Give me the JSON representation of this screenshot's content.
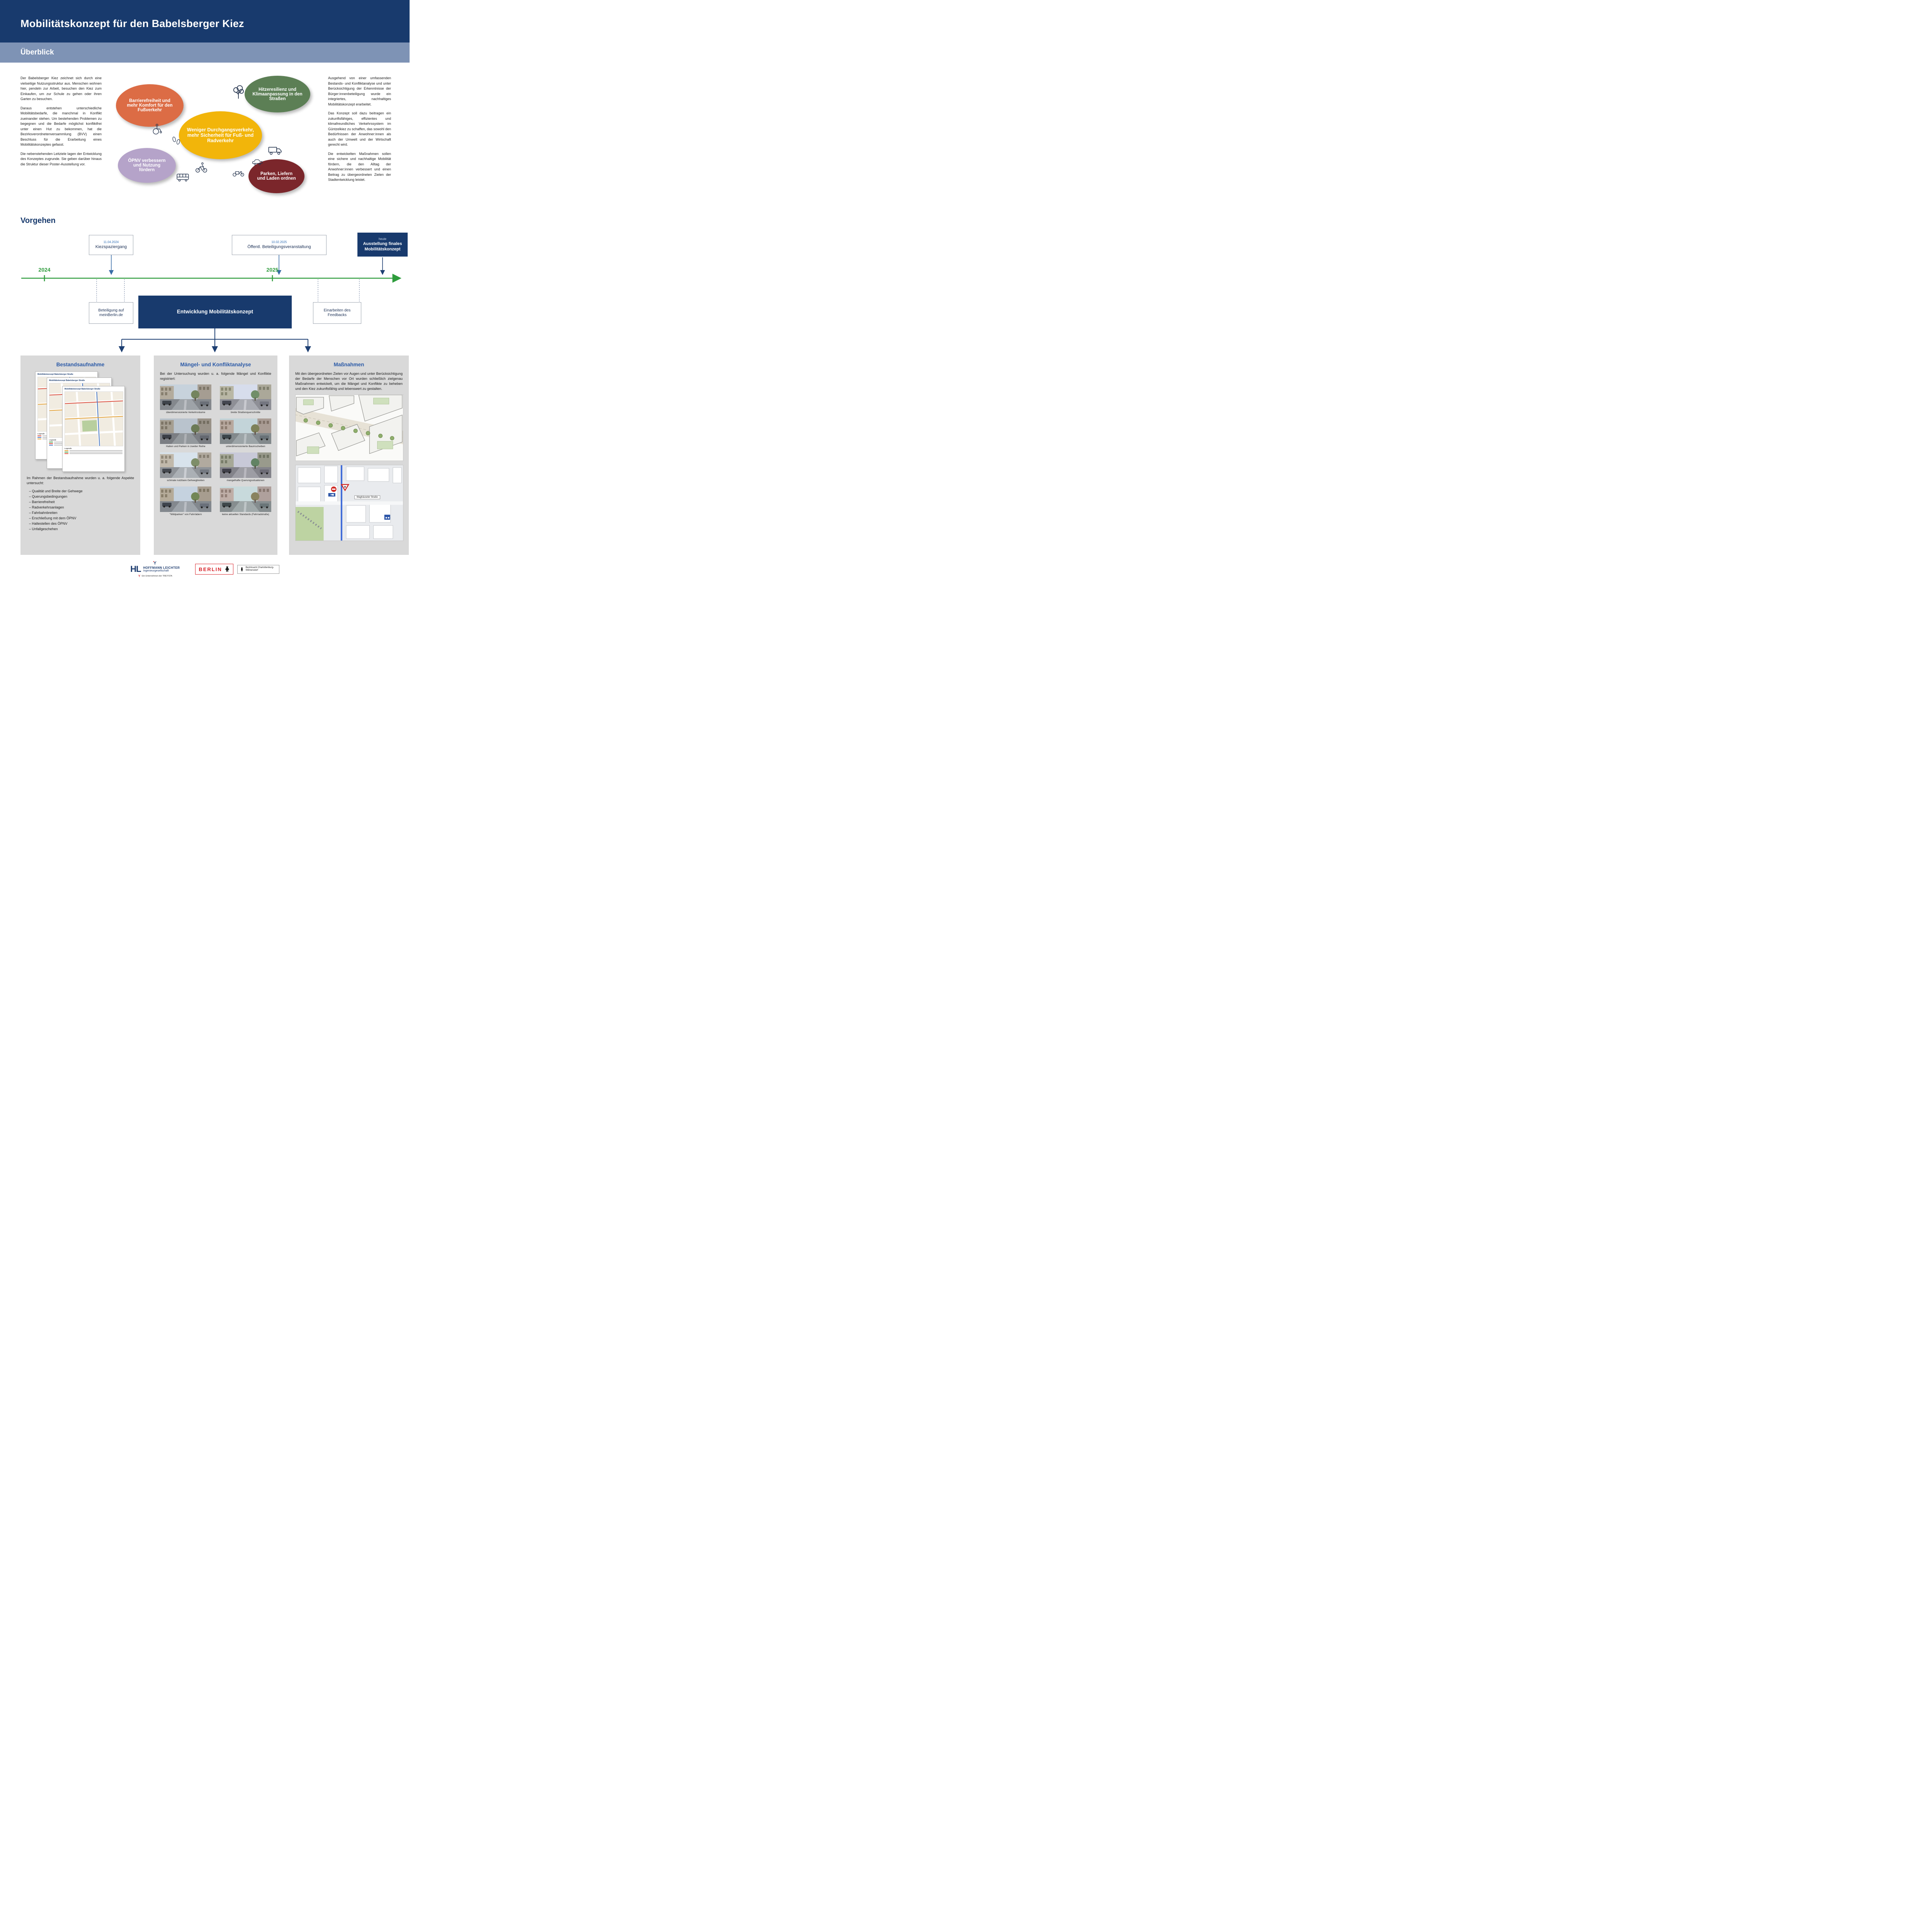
{
  "colors": {
    "header_navy": "#183A6D",
    "band_blue": "#7E93B5",
    "timeline_green": "#2E9C3C",
    "accent_blue": "#2E6DB4",
    "panel_gray": "#D9D9D9",
    "heading_blue": "#2B5AA7",
    "berlin_red": "#D8232A"
  },
  "header": {
    "title": "Mobilitätskonzept für den Babelsberger Kiez",
    "section": "Überblick"
  },
  "intro": {
    "left": [
      "Der Babelsberger Kiez zeichnet sich durch eine vielseitige Nutzungsstruktur aus. Menschen wohnen hier, pendeln zur Arbeit, besuchen den Kiez zum Einkaufen, um zur Schule zu gehen oder ihren Garten zu besuchen.",
      "Daraus entstehen unterschiedliche Mobilitätsbedarfe, die manchmal in Konflikt zueinander stehen. Um bestehenden Problemen zu begegnen und die Bedarfe möglichst konfliktfrei unter einen Hut zu bekommen, hat die Bezirksverordnetenversammlung (BVV) einen Beschluss für die Erarbeitung eines Mobilitätskonzeptes gefasst.",
      "Die nebenstehenden Leitziele lagen der Entwicklung des Konzeptes zugrunde. Sie geben darüber hinaus die Struktur dieser Poster-Ausstellung vor."
    ],
    "right": [
      "Ausgehend von einer umfassenden Bestands- und Konfliktanalyse und unter Berücksichtigung der Erkenntnisse der Bürger:innenbeteiligung wurde ein integriertes, nachhaltiges Mobilitätskonzept erarbeitet.",
      "Das Konzept soll dazu beitragen ein zukunftsfähiges, effizientes und klimafreundliches Verkehrssystem im Güntzelkiez zu schaffen, das sowohl den Bedürfnissen der Anwohner:innen als auch der Umwelt und der Wirtschaft gerecht wird.",
      "Die entwickelten Maßnahmen sollen eine sichere und nachhaltige Mobilität fördern, die den Alltag der Anwohner:innen verbessert und einen Beitrag zu übergeordneten Zielen der Stadtentwicklung leistet."
    ]
  },
  "goals": [
    {
      "label": "Barrierefreiheit und mehr Komfort für den Fußverkehr",
      "color": "#DC6C45"
    },
    {
      "label": "Hitzeresilienz und Klimaanpassung in den Straßen",
      "color": "#5C7F55"
    },
    {
      "label": "Weniger Durchgangsverkehr, mehr Sicherheit für Fuß- und Radverkehr",
      "color": "#F2B50A"
    },
    {
      "label": "ÖPNV verbessern und Nutzung fördern",
      "color": "#B5A3C9"
    },
    {
      "label": "Parken, Liefern und Laden ordnen",
      "color": "#7B262B"
    }
  ],
  "process": {
    "title": "Vorgehen",
    "years": [
      "2024",
      "2025"
    ],
    "events": [
      {
        "date": "11.04.2024",
        "label": "Kiezspaziergang"
      },
      {
        "date": "10.02.2025",
        "label": "Öffentl. Beteiligungsveranstaltung"
      },
      {
        "date": "heute",
        "label": "Ausstellung finales Mobilitätskonzept"
      }
    ],
    "phases": [
      {
        "label": "Beteiligung auf meinBerlin.de"
      },
      {
        "label": "Entwicklung Mobilitätskonzept"
      },
      {
        "label": "Einarbeiten des Feedbacks"
      }
    ]
  },
  "panels": {
    "bestand": {
      "title": "Bestandsaufnahme",
      "map_title": "Mobilitätskonzept Babelsberger Straße",
      "legend_label": "Legende",
      "intro": "Im Rahmen der Bestandsaufnahme wurden u. a. folgende Aspekte untersucht:",
      "aspects": [
        "Qualität und Breite der Gehwege",
        "Querungsbedingungen",
        "Barrierefreiheit",
        "Radverkehrsanlagen",
        "Fahrbahnbreiten",
        "Erschließung mit dem ÖPNV",
        "Haltestellen des ÖPNV",
        "Unfallgeschehen"
      ]
    },
    "analyse": {
      "title": "Mängel- und Konfliktanalyse",
      "intro": "Bei der Untersuchung wurden u. a. folgende Mängel und Konflikte registriert:",
      "photos": [
        {
          "caption": "überdimensionierte Verkehrsräume"
        },
        {
          "caption": "breite Straßenquerschnitte"
        },
        {
          "caption": "Halten und Parken in zweiter Reihe"
        },
        {
          "caption": "unterdimensionierte Baumscheiben"
        },
        {
          "caption": "schmale nutzbare Gehwegbreiten"
        },
        {
          "caption": "mangelhafte Querungssituationen"
        },
        {
          "caption": "\"Wildparken\" von Fahrrädern"
        },
        {
          "caption": "keine aktuellen Standards (Fahrradstraße)"
        }
      ]
    },
    "massnahmen": {
      "title": "Maßnahmen",
      "intro": "Mit den übergeordneten Zielen vor Augen und unter Berücksichtigung der Bedarfe der Menschen vor Ort wurden schließlich zielgenau Maßnahmen entwickelt, um die Mängel und Konflikte zu beheben und den Kiez zukunftsfähig und lebenswert zu gestalten.",
      "map_label": "Waghäuseler Straße"
    }
  },
  "footer": {
    "hl": {
      "monogram": "HL",
      "name": "HOFFMANN LEICHTER",
      "subtitle": "Ingenieurgesellschaft",
      "tagline": "Ein Unternehmen der TREYSTA"
    },
    "berlin": {
      "wordmark": "BERLIN",
      "district": "Bezirksamt Charlottenburg-Wilmersdorf"
    }
  }
}
